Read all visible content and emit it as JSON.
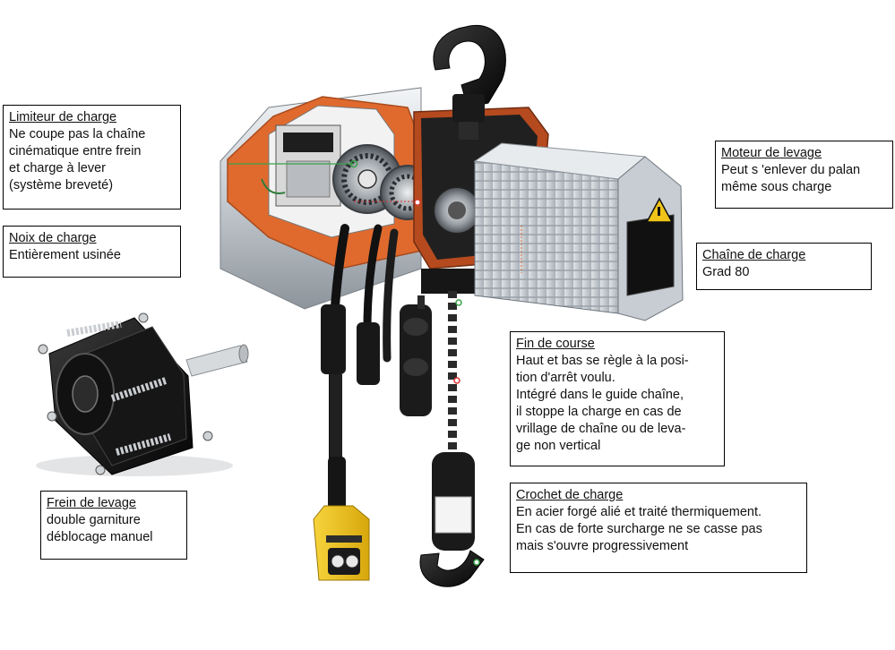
{
  "colors": {
    "accent_orange": "#e06a2e",
    "dark_red": "#b54a1e",
    "aluminium": "#cfd4d9",
    "black": "#141414",
    "pendant_yellow": "#f0c419",
    "leader_green": "#3aa24a"
  },
  "labels": {
    "limiteur": {
      "title": "Limiteur de charge",
      "lines": [
        "Ne coupe pas la chaîne",
        "cinématique entre frein",
        "et charge à lever",
        "(système breveté)"
      ]
    },
    "noix": {
      "title": "Noix de charge",
      "lines": [
        "Entièrement usinée"
      ]
    },
    "moteur": {
      "title": "Moteur de levage",
      "lines": [
        "Peut s 'enlever du palan",
        "même sous charge"
      ]
    },
    "chaine": {
      "title": "Chaîne de charge",
      "lines": [
        "Grad 80"
      ]
    },
    "fin": {
      "title": "Fin de course",
      "lines": [
        "Haut et bas se règle à la posi-",
        "tion d'arrêt voulu.",
        "Intégré dans le guide chaîne,",
        "il stoppe la charge en cas de",
        "vrillage de chaîne ou de leva-",
        "ge non vertical"
      ]
    },
    "crochet": {
      "title": "Crochet de charge",
      "lines": [
        "En acier forgé alié et traité thermiquement.",
        "En cas de forte surcharge ne se casse pas",
        "mais s'ouvre progressivement"
      ]
    },
    "frein": {
      "title": "Frein de levage",
      "lines": [
        "double garniture",
        "déblocage manuel"
      ]
    }
  }
}
